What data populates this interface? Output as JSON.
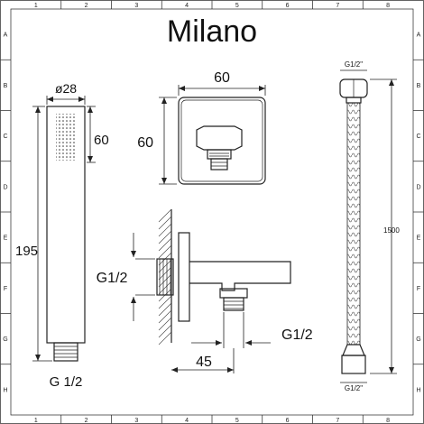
{
  "title": "Milano",
  "frame": {
    "columns": [
      "1",
      "2",
      "3",
      "4",
      "5",
      "6",
      "7",
      "8"
    ],
    "rows": [
      "A",
      "B",
      "C",
      "D",
      "E",
      "F",
      "G",
      "H"
    ]
  },
  "handset": {
    "diameter": "ø28",
    "head_height": "60",
    "length": "195",
    "thread": "G 1/2"
  },
  "wall_plate": {
    "width": "60",
    "height": "60"
  },
  "elbow": {
    "wall_thread": "G1/2",
    "outlet_thread": "G1/2",
    "projection": "45"
  },
  "hose": {
    "top_thread": "G1/2\"",
    "bottom_thread": "G1/2\"",
    "length": "1500"
  }
}
